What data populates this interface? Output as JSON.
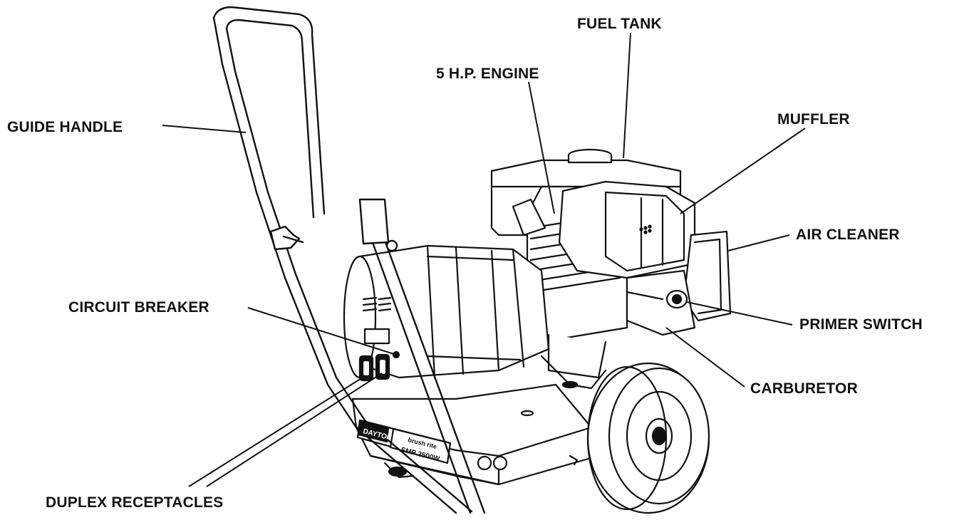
{
  "labels": {
    "fuel_tank": "FUEL TANK",
    "engine": "5 H.P. ENGINE",
    "muffler": "MUFFLER",
    "guide_handle": "GUIDE HANDLE",
    "air_cleaner": "AIR CLEANER",
    "circuit_breaker": "CIRCUIT BREAKER",
    "primer_switch": "PRIMER SWITCH",
    "carburetor": "CARBURETOR",
    "duplex_receptacles": "DUPLEX RECEPTACLES"
  },
  "nameplate": {
    "brand": "DAYTON",
    "line": "brush rite",
    "model": "SMP 2500W"
  },
  "colors": {
    "ink": "#111111",
    "paper": "#ffffff",
    "shade": "#e9e9e9"
  }
}
